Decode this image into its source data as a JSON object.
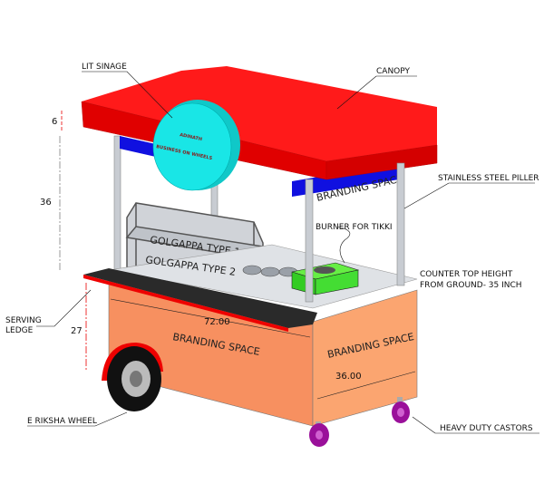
{
  "labels": {
    "lit_sinage": "LIT SINAGE",
    "canopy": "CANOPY",
    "stainless_piller": "STAINLESS STEEL PILLER",
    "burner": "BURNER FOR TIKKI",
    "counter_height_1": "COUNTER TOP HEIGHT",
    "counter_height_2": "FROM GROUND- 35 INCH",
    "serving_ledge_1": "SERVING",
    "serving_ledge_2": "LEDGE",
    "e_riksha_wheel": "E RIKSHA WHEEL",
    "heavy_duty_castors": "HEAVY DUTY CASTORS"
  },
  "sign": {
    "line1": "ADINATH",
    "line2": "BUSINESS ON WHEELS"
  },
  "branding": {
    "canopy_board": "BRANDING SPACE",
    "front": "BRANDING SPACE",
    "side": "BRANDING SPACE"
  },
  "display": {
    "shelf1": "GOLGAPPA TYPE 1",
    "shelf2": "GOLGAPPA TYPE 2"
  },
  "dimensions": {
    "canopy_height": "6",
    "pillar_height": "36",
    "counter_height": "27",
    "length": "72.00",
    "width": "36.00"
  },
  "colors": {
    "canopy": "#ff0000",
    "sign": "#19e6e6",
    "board": "#1010e0",
    "body": "#f8a070",
    "burner": "#33dd22",
    "castor": "#9a109a"
  }
}
